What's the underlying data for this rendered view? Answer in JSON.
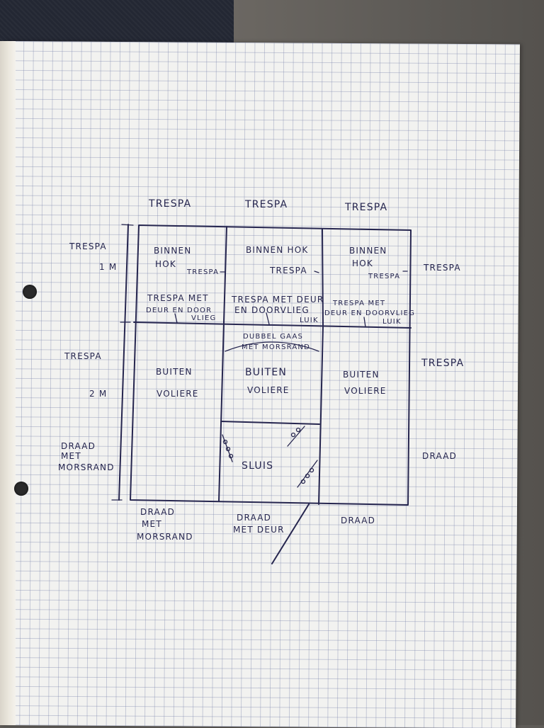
{
  "top_labels": [
    "TRESPA",
    "TRESPA",
    "TRESPA"
  ],
  "left_labels": {
    "upper": "TRESPA",
    "middle": "TRESPA",
    "lower_line1": "DRAAD",
    "lower_line2": "MET",
    "lower_line3": "MORSRAND"
  },
  "dimensions": {
    "upper": "1 M",
    "lower": "2 M"
  },
  "right_labels": {
    "upper": "TRESPA",
    "middle": "TRESPA",
    "lower": "DRAAD"
  },
  "bottom_labels": {
    "left_line1": "DRAAD",
    "left_line2": "MET",
    "left_line3": "MORSRAND",
    "center_line1": "DRAAD",
    "center_line2": "MET DEUR",
    "right": "DRAAD"
  },
  "inner_rooms": [
    {
      "title_line1": "BINNEN",
      "title_line2": "HOK",
      "wall_note": "TRESPA",
      "front_line1": "TRESPA MET",
      "front_line2": "DEUR EN DOOR",
      "front_line3": "VLIEG"
    },
    {
      "title_line1": "BINNEN HOK",
      "title_line2": "",
      "wall_note": "TRESPA",
      "front_line1": "TRESPA MET DEUR",
      "front_line2": "EN DOORVLIEG",
      "front_line3": "LUIK"
    },
    {
      "title_line1": "BINNEN",
      "title_line2": "HOK",
      "wall_note": "TRESPA",
      "front_line1": "TRESPA MET",
      "front_line2": "DEUR EN DOORVLIEG",
      "front_line3": "LUIK"
    }
  ],
  "outer_aviaries": [
    {
      "line1": "BUITEN",
      "line2": "VOLIERE"
    },
    {
      "line1": "BUITEN",
      "line2": "VOLIERE"
    },
    {
      "line1": "BUITEN",
      "line2": "VOLIERE"
    }
  ],
  "double_mesh": {
    "line1": "DUBBEL GAAS",
    "line2": "MET MORSRAND"
  },
  "airlock": "SLUIS"
}
